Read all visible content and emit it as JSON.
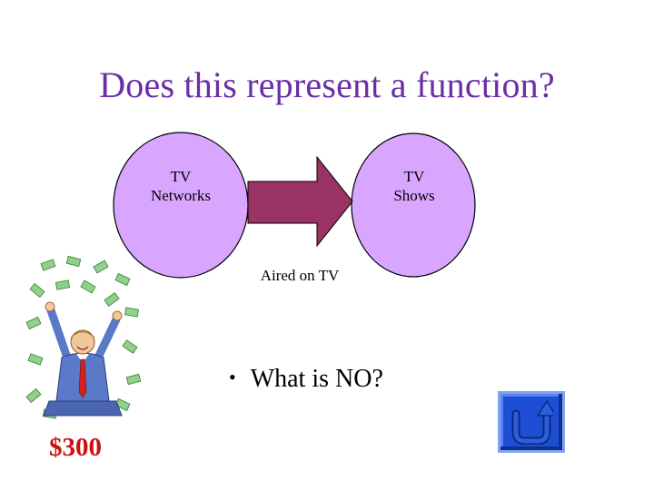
{
  "slide": {
    "title": "Does this represent a function?",
    "domain_label": "TV Networks",
    "domain_label_line1": "TV",
    "domain_label_line2": "Networks",
    "range_label": "TV Shows",
    "range_label_line1": "TV",
    "range_label_line2": "Shows",
    "arrow_caption": "Aired on TV",
    "answer": "What is NO?",
    "price": "$300"
  },
  "icons": {
    "clipart": "man-throwing-money-clipart",
    "return": "u-turn-return-icon"
  },
  "colors": {
    "title": "#6a2fa6",
    "circle_fill": "#d9a6ff",
    "arrow_fill": "#9a3263",
    "price": "#cc1111",
    "button": "#1d4fd6"
  }
}
